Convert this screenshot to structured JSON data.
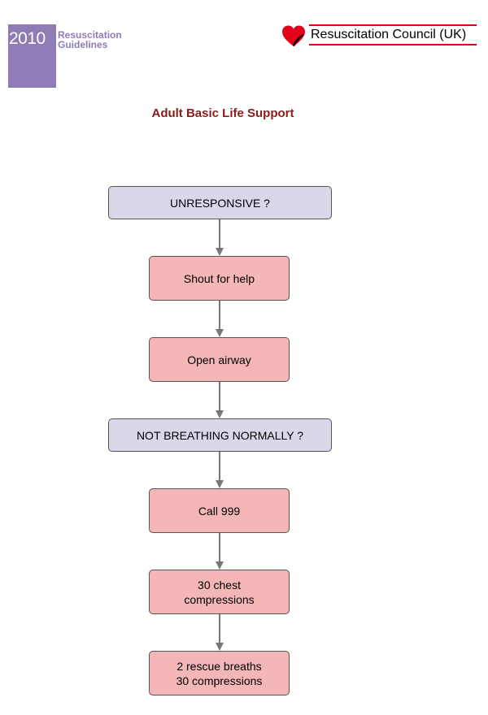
{
  "header": {
    "year": "2010",
    "guidelines_line1": "Resuscitation",
    "guidelines_line2": "Guidelines",
    "council_name": "Resuscitation Council (UK)"
  },
  "title": "Adult Basic Life Support",
  "flow": {
    "steps": [
      {
        "label": "UNRESPONSIVE ?",
        "kind": "decision"
      },
      {
        "label": "Shout for help",
        "kind": "action"
      },
      {
        "label": "Open airway",
        "kind": "action"
      },
      {
        "label": "NOT BREATHING NORMALLY ?",
        "kind": "decision"
      },
      {
        "label": "Call 999",
        "kind": "action"
      },
      {
        "label": "30 chest\ncompressions",
        "kind": "action"
      },
      {
        "label": "2 rescue breaths\n30 compressions",
        "kind": "action"
      }
    ]
  },
  "colors": {
    "decision_fill": "#d9d7e8",
    "action_fill": "#f4b6b6",
    "title": "#8b1a1a",
    "brand_purple": "#8f7bb6",
    "brand_red": "#e3001b"
  }
}
